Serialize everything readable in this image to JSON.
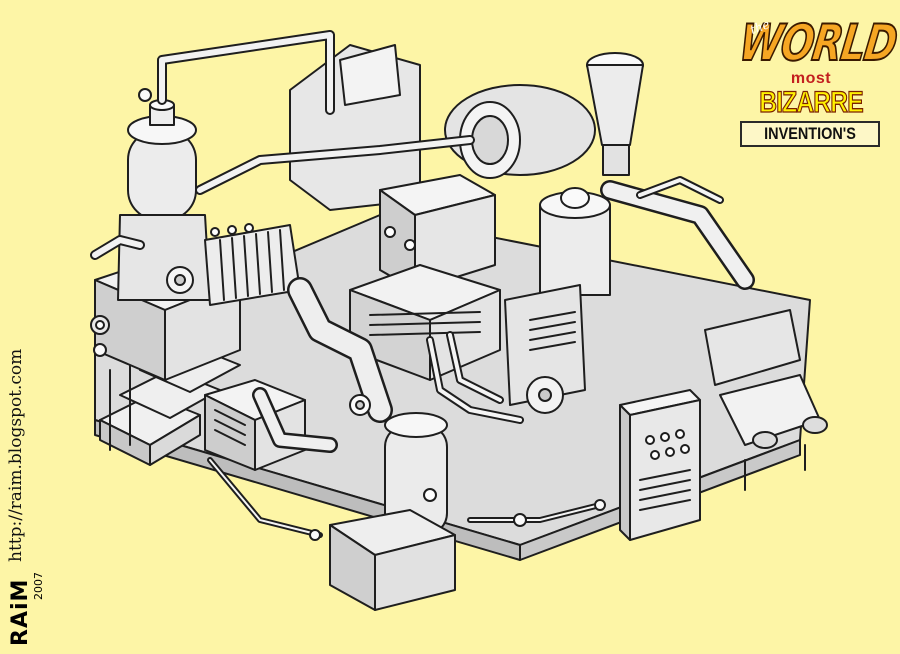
{
  "logo": {
    "the": "the",
    "world": "WORLD",
    "most": "most",
    "bizarre": "BIZARRE",
    "inventions": "INVENTION'S"
  },
  "credit": {
    "url": "http://raim.blogspot.com",
    "signature": "RAiM",
    "year": "2007"
  },
  "colors": {
    "background": "#fdf5a6",
    "machine_fill": "#e9e9e9",
    "machine_shadow": "#bdbdbd",
    "outline": "#1e1e1e",
    "logo_orange": "#f6a623",
    "logo_red": "#c31f1f",
    "logo_yellow": "#fff200"
  }
}
